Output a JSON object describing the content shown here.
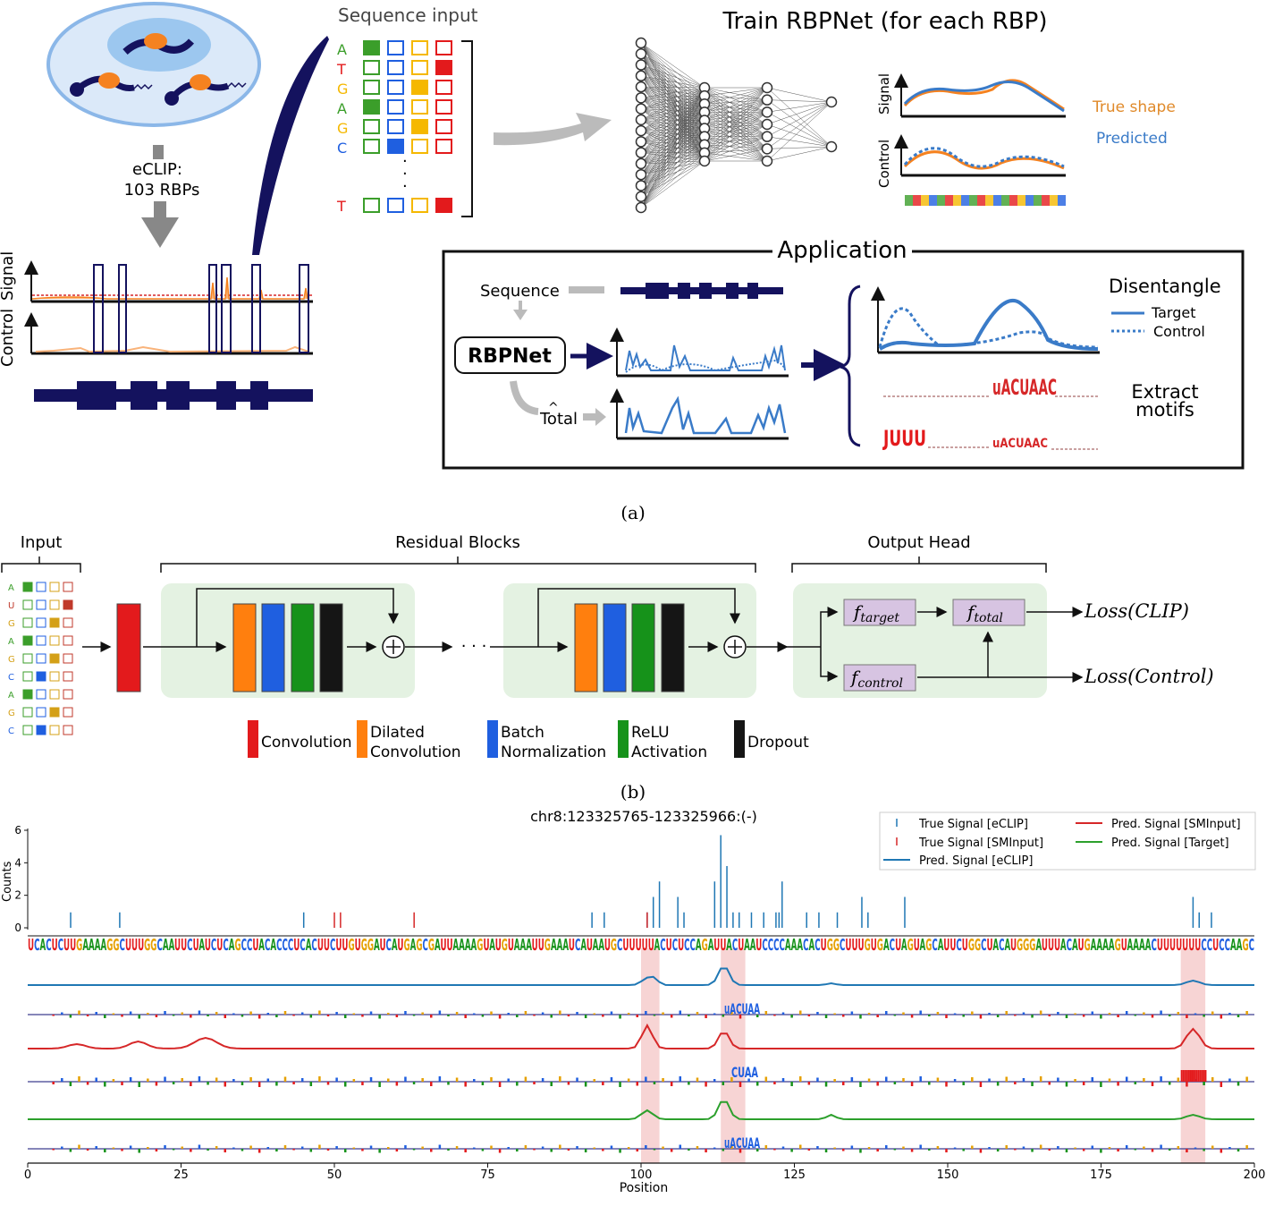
{
  "panel_a": {
    "eclip_label": "eCLIP:",
    "eclip_count": "103 RBPs",
    "control_label": "Control",
    "signal_label": "Signal",
    "sequence_input_title": "Sequence input",
    "seq_letters": [
      "A",
      "T",
      "G",
      "A",
      "G",
      "C",
      "T"
    ],
    "train_title": "Train RBPNet (for each RBP)",
    "mini_signal_label": "Signal",
    "mini_control_label": "Control",
    "true_shape_label": "True shape",
    "predicted_label": "Predicted",
    "application_title": "Application",
    "sequence_label": "Sequence",
    "rbpnet_label": "RBPNet",
    "total_label": "Total",
    "disentangle_title": "Disentangle",
    "target_label": "Target",
    "control_legend_label": "Control",
    "extract_line1": "Extract",
    "extract_line2": "motifs",
    "motif_text_1": "uACUAAC",
    "motif_text_2": "JUUU",
    "motif_text_3": "uACUAAC",
    "caption": "(a)"
  },
  "panel_b": {
    "input_label": "Input",
    "residual_label": "Residual Blocks",
    "output_head_label": "Output Head",
    "input_letters": [
      "A",
      "U",
      "G",
      "A",
      "G",
      "C",
      "A",
      "G",
      "C"
    ],
    "ellipsis": "· · ·",
    "f_target_base": "f",
    "f_target_sub": "target",
    "f_total_base": "f",
    "f_total_sub": "total",
    "f_control_base": "f",
    "f_control_sub": "control",
    "loss_clip": "Loss(CLIP)",
    "loss_control": "Loss(Control)",
    "legend": [
      {
        "label_1": "Convolution",
        "label_2": "",
        "color": "#e31a1c"
      },
      {
        "label_1": "Dilated",
        "label_2": "Convolution",
        "color": "#ff7f0e"
      },
      {
        "label_1": "Batch",
        "label_2": "Normalization",
        "color": "#1f5fe0"
      },
      {
        "label_1": "ReLU",
        "label_2": "Activation",
        "color": "#16921a"
      },
      {
        "label_1": "Dropout",
        "label_2": "",
        "color": "#151515"
      }
    ],
    "caption": "(b)"
  },
  "panel_c": {
    "title": "chr8:123325765-123325966:(-)",
    "ylabel": "Counts",
    "xlabel": "Position",
    "legend": [
      {
        "label": "True Signal [eCLIP]",
        "color": "#1f77b4",
        "kind": "tick"
      },
      {
        "label": "True Signal [SMInput]",
        "color": "#d62728",
        "kind": "tick"
      },
      {
        "label": "Pred. Signal [eCLIP]",
        "color": "#1f77b4",
        "kind": "line"
      },
      {
        "label": "Pred. Signal [SMInput]",
        "color": "#d62728",
        "kind": "line"
      },
      {
        "label": "Pred. Signal [Target]",
        "color": "#2ca02c",
        "kind": "line"
      }
    ],
    "sequence": "UCACUCUUGAAAAGGCUUUGGCAAUUCUAUCUCAGCCUACACCCUCACUUCUUGUGGAUCAUGAGCGAUUAAAAGUAUGUAAAUUGAAAUCAUAAUGCUUUUUACUCUCCAGAUUACUAAUCCCCAAACACUGGCUUUGUGACUAGUAGCAUUCUGGCUACAUGGGAUUUACAUGAAAAGUAAAACUUUUUUUCCUCCAAGC",
    "motif_1": "uACUAA",
    "motif_2": "CUAA",
    "motif_3": "uACUAA"
  },
  "chart_data": {
    "type": "bar",
    "title": "chr8:123325765-123325966:(-)",
    "xlabel": "Position",
    "ylabel": "Counts",
    "xlim": [
      0,
      200
    ],
    "ylim": [
      0,
      6
    ],
    "xticks": [
      0,
      25,
      50,
      75,
      100,
      125,
      150,
      175,
      200
    ],
    "yticks": [
      0,
      2,
      4,
      6
    ],
    "series": [
      {
        "name": "True Signal [eCLIP]",
        "x": [
          7,
          15,
          45,
          92,
          94,
          101,
          102,
          103,
          106,
          107,
          112,
          113,
          114,
          115,
          116,
          118,
          120,
          122,
          122.5,
          123,
          127,
          129,
          132,
          136,
          137,
          143,
          190,
          191,
          193
        ],
        "values": [
          1,
          1,
          1,
          1,
          1,
          1,
          2,
          3,
          2,
          1,
          3,
          6,
          4,
          1,
          1,
          1,
          1,
          1,
          1,
          3,
          1,
          1,
          1,
          2,
          1,
          2,
          2,
          1,
          1
        ]
      },
      {
        "name": "True Signal [SMInput]",
        "x": [
          50,
          51,
          63,
          101
        ],
        "values": [
          1,
          1,
          1,
          1
        ]
      }
    ],
    "highlight_x": [
      [
        100,
        103
      ],
      [
        113,
        117
      ],
      [
        188,
        192
      ]
    ]
  }
}
